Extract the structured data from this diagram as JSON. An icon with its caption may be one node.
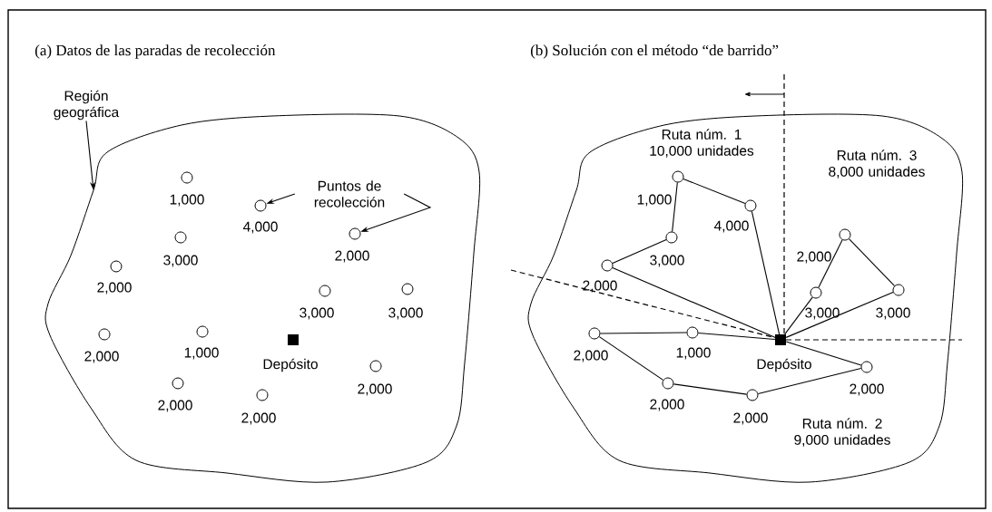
{
  "diagram": {
    "nodes": [
      {
        "text": [],
        "shape": "blob"
      },
      {
        "text": [
          "Región geográfica"
        ]
      },
      {
        "text": [
          "Puntos de recolección"
        ],
        "in": 0
      },
      {
        "text": [],
        "shape": "circle",
        "beside": [
          "1,000"
        ],
        "in": 0
      },
      {
        "text": [],
        "shape": "circle",
        "beside": [
          "4,000"
        ],
        "in": 0
      },
      {
        "text": [],
        "shape": "circle",
        "beside": [
          "2,000"
        ],
        "in": 0
      },
      {
        "text": [],
        "shape": "circle",
        "beside": [
          "3,000"
        ],
        "in": 0
      },
      {
        "text": [],
        "shape": "circle",
        "beside": [
          "2,000"
        ],
        "in": 0
      },
      {
        "text": [],
        "shape": "circle",
        "beside": [
          "3,000"
        ],
        "in": 0
      },
      {
        "text": [],
        "shape": "circle",
        "beside": [
          "3,000"
        ],
        "in": 0
      },
      {
        "text": [],
        "shape": "circle",
        "beside": [
          "1,000"
        ],
        "in": 0
      },
      {
        "text": [],
        "shape": "circle",
        "beside": [
          "2,000"
        ],
        "in": 0
      },
      {
        "text": [],
        "shape": "box",
        "beside": [
          "Depósito"
        ],
        "in": 0
      },
      {
        "text": [],
        "shape": "circle",
        "beside": [
          "2,000"
        ],
        "in": 0
      },
      {
        "text": [],
        "shape": "circle",
        "beside": [
          "2,000"
        ],
        "in": 0
      },
      {
        "text": [],
        "shape": "circle",
        "beside": [
          "2,000"
        ],
        "in": 0
      },
      {
        "text": [],
        "shape": "blob"
      },
      {
        "text": [],
        "shape": "circle",
        "beside": [
          "1,000"
        ],
        "in": 16
      },
      {
        "text": [],
        "shape": "circle",
        "beside": [
          "4,000"
        ],
        "in": 16
      },
      {
        "text": [],
        "shape": "circle",
        "beside": [
          "2,000"
        ],
        "in": 16
      },
      {
        "text": [],
        "shape": "circle",
        "beside": [
          "3,000"
        ],
        "in": 16
      },
      {
        "text": [],
        "shape": "circle",
        "beside": [
          "2,000"
        ],
        "in": 16
      },
      {
        "text": [],
        "shape": "circle",
        "beside": [
          "3,000"
        ],
        "in": 16
      },
      {
        "text": [],
        "shape": "circle",
        "beside": [
          "3,000"
        ],
        "in": 16
      },
      {
        "text": [],
        "shape": "circle",
        "beside": [
          "1,000"
        ],
        "in": 16
      },
      {
        "text": [],
        "shape": "circle",
        "beside": [
          "2,000"
        ],
        "in": 16
      },
      {
        "text": [],
        "shape": "box",
        "beside": [
          "Depósito"
        ],
        "in": 16
      },
      {
        "text": [],
        "shape": "circle",
        "beside": [
          "2,000"
        ],
        "in": 16
      },
      {
        "text": [],
        "shape": "circle",
        "beside": [
          "2,000"
        ],
        "in": 16
      },
      {
        "text": [],
        "shape": "circle",
        "beside": [
          "2,000"
        ],
        "in": 16
      }
    ],
    "edges": [
      {
        "from": 1,
        "to": 0,
        "arrow": "to"
      },
      {
        "from": 2,
        "to": 4,
        "arrow": "to"
      },
      {
        "from": 2,
        "to": 5,
        "arrow": "to"
      },
      {
        "from": 26,
        "to": 21,
        "arrow": "none"
      },
      {
        "from": 21,
        "to": 20,
        "arrow": "none"
      },
      {
        "from": 20,
        "to": 17,
        "arrow": "none"
      },
      {
        "from": 17,
        "to": 18,
        "arrow": "none"
      },
      {
        "from": 18,
        "to": 26,
        "arrow": "none"
      },
      {
        "from": 26,
        "to": 23,
        "arrow": "none"
      },
      {
        "from": 23,
        "to": 19,
        "arrow": "none"
      },
      {
        "from": 19,
        "to": 22,
        "arrow": "none"
      },
      {
        "from": 22,
        "to": 26,
        "arrow": "none"
      },
      {
        "from": 26,
        "to": 24,
        "arrow": "none"
      },
      {
        "from": 24,
        "to": 25,
        "arrow": "none"
      },
      {
        "from": 25,
        "to": 28,
        "arrow": "none"
      },
      {
        "from": 28,
        "to": 29,
        "arrow": "none"
      },
      {
        "from": 29,
        "to": 27,
        "arrow": "none"
      },
      {
        "from": 27,
        "to": 26,
        "arrow": "none"
      }
    ],
    "labels": [
      "(a) Datos de las paradas de recolección",
      "(b) Solución con el método “de barrido”",
      "Ruta núm. 1 10,000 unidades",
      "Ruta núm. 3 8,000 unidades",
      "Ruta núm. 2 9,000 unidades"
    ]
  }
}
